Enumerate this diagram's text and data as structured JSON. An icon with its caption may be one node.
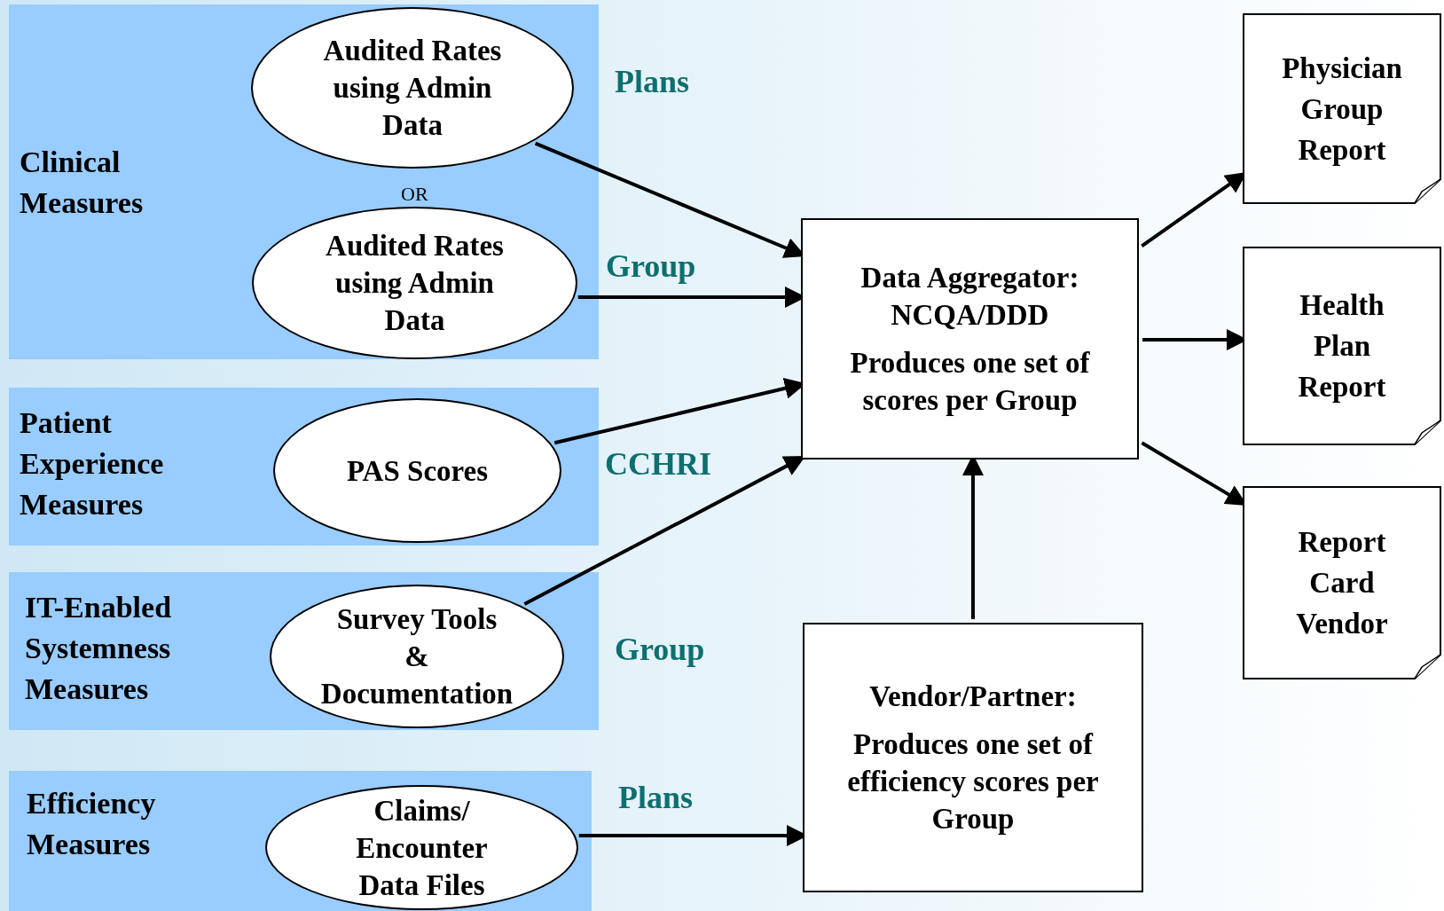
{
  "diagram": {
    "nodes": [
      {
        "text": [
          "Clinical Measures"
        ]
      },
      {
        "text": [
          "Audited Rates using Admin Data"
        ],
        "in": 0
      },
      {
        "text": [
          "Audited Rates using Admin Data"
        ],
        "in": 0
      },
      {
        "text": [
          "Patient Experience Measures"
        ]
      },
      {
        "text": [
          "PAS Scores"
        ],
        "in": 3
      },
      {
        "text": [
          "IT-Enabled Systemness Measures"
        ]
      },
      {
        "text": [
          "Survey Tools & Documentation"
        ],
        "in": 5
      },
      {
        "text": [
          "Efficiency Measures"
        ]
      },
      {
        "text": [
          "Claims/ Encounter Data Files"
        ],
        "in": 7
      },
      {
        "text": [
          "Data Aggregator: NCQA/DDD",
          "Produces one set of scores per Group"
        ]
      },
      {
        "text": [
          "Vendor/Partner:",
          "Produces one set of efficiency scores per Group"
        ]
      },
      {
        "text": [
          "Physician Group Report"
        ]
      },
      {
        "text": [
          "Health Plan Report"
        ]
      },
      {
        "text": [
          "Report Card Vendor"
        ]
      }
    ],
    "edges": [
      {
        "from": 1,
        "to": 9,
        "arrow": "to"
      },
      {
        "from": 2,
        "to": 9,
        "arrow": "to"
      },
      {
        "from": 4,
        "to": 9,
        "arrow": "to"
      },
      {
        "from": 6,
        "to": 9,
        "arrow": "to"
      },
      {
        "from": 8,
        "to": 10,
        "arrow": "to"
      },
      {
        "from": 10,
        "to": 9,
        "arrow": "to"
      },
      {
        "from": 9,
        "to": 11,
        "arrow": "to"
      },
      {
        "from": 9,
        "to": 12,
        "arrow": "to"
      },
      {
        "from": 9,
        "to": 13,
        "arrow": "to"
      }
    ],
    "labels": [
      "OR",
      "Plans",
      "Group",
      "CCHRI",
      "Group",
      "Plans"
    ]
  }
}
